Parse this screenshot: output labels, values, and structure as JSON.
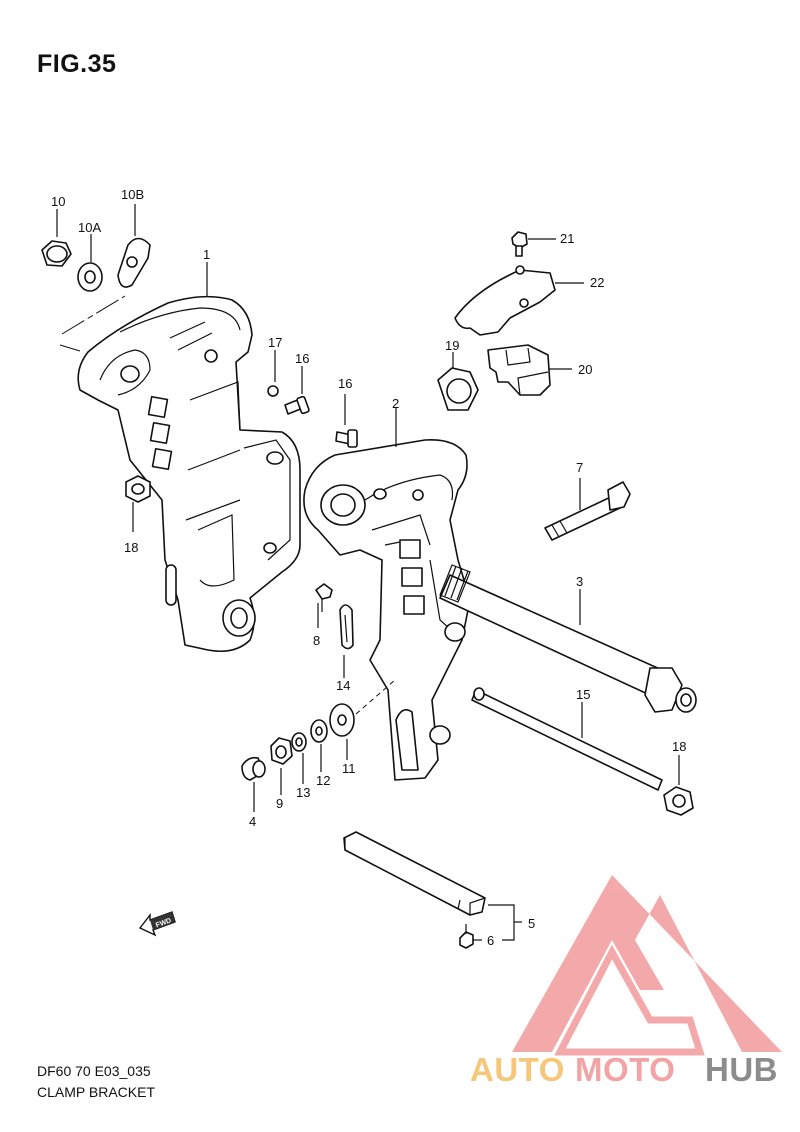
{
  "figure": {
    "title": "FIG.35",
    "code": "DF60 70 E03_035",
    "name": "CLAMP BRACKET"
  },
  "callouts": {
    "p1": "1",
    "p2": "2",
    "p3": "3",
    "p4": "4",
    "p5": "5",
    "p6": "6",
    "p7": "7",
    "p8": "8",
    "p9": "9",
    "p10": "10",
    "p10a": "10A",
    "p10b": "10B",
    "p11": "11",
    "p12": "12",
    "p13": "13",
    "p14": "14",
    "p15": "15",
    "p16a": "16",
    "p16b": "16",
    "p17": "17",
    "p18a": "18",
    "p18b": "18",
    "p19": "19",
    "p20": "20",
    "p21": "21",
    "p22": "22"
  },
  "fwd_arrow": {
    "label": "FWD"
  },
  "watermark": {
    "part1": "AUTO",
    "part2": "MOTO",
    "part3": "HUB",
    "colors": {
      "logo": "#f29b9b",
      "auto": "#f6c77a",
      "moto": "#f2a3a3",
      "hub": "#8c8c8c"
    }
  }
}
